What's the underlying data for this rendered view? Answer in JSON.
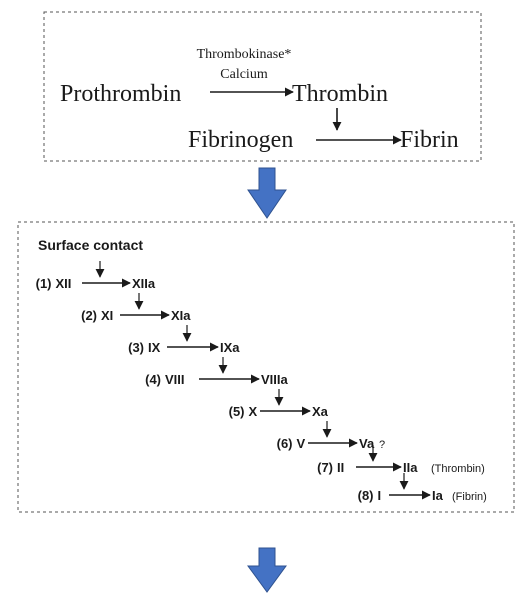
{
  "top_panel": {
    "catalyst_line1": "Thrombokinase*",
    "catalyst_line2": "Calcium",
    "reactant": "Prothrombin",
    "product": "Thrombin",
    "substrate": "Fibrinogen",
    "end_product": "Fibrin"
  },
  "cascade": {
    "trigger": "Surface contact",
    "steps": [
      {
        "num": "(1)",
        "factor": "XII",
        "active": "XIIa",
        "note": ""
      },
      {
        "num": "(2)",
        "factor": "XI",
        "active": "XIa",
        "note": ""
      },
      {
        "num": "(3)",
        "factor": "IX",
        "active": "IXa",
        "note": ""
      },
      {
        "num": "(4)",
        "factor": "VIII",
        "active": "VIIIa",
        "note": ""
      },
      {
        "num": "(5)",
        "factor": "X",
        "active": "Xa",
        "note": ""
      },
      {
        "num": "(6)",
        "factor": "V",
        "active": "Va",
        "note": "?"
      },
      {
        "num": "(7)",
        "factor": "II",
        "active": "IIa",
        "note": "(Thrombin)"
      },
      {
        "num": "(8)",
        "factor": "I",
        "active": "Ia",
        "note": "(Fibrin)"
      }
    ]
  },
  "colors": {
    "arrow_blue": "#4472c4",
    "arrow_blue_dark": "#2f528f",
    "box_border": "#555555",
    "text": "#1a1a1a"
  }
}
